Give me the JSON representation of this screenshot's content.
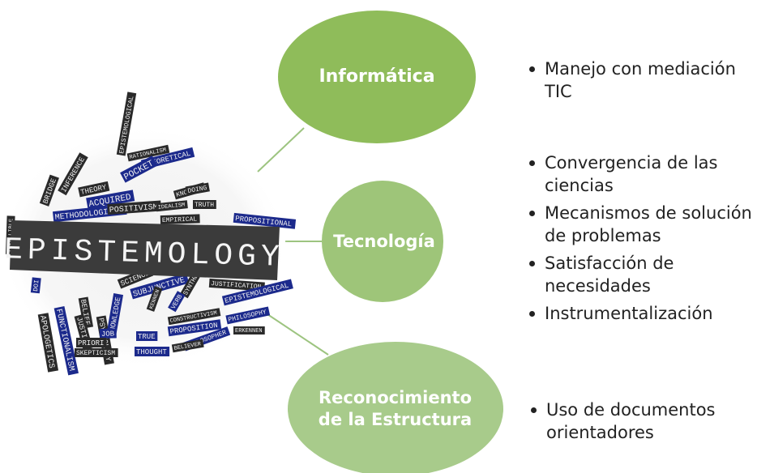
{
  "cloud": {
    "main_word": "EPISTEMOLOGY",
    "words": [
      "EPISTEMOLOGICAL",
      "RATIONALISM",
      "THEORETICAL",
      "THEORY",
      "ACQUIRED",
      "METHODOLOGICAL",
      "POSITIVISM",
      "EMPIRICAL",
      "PROPOSITIONAL",
      "KNOWING",
      "TRUTH",
      "POCKET",
      "INFERENCE",
      "BRIDGE",
      "SCIENCE",
      "SUBJUNCTIVE",
      "JUSTIFICATION",
      "EPISTEMOLOGICAL",
      "PHILOSOPHY",
      "BELIEF",
      "JUSTIFY",
      "FUNCTIONALISM",
      "APOLOGETICS",
      "PSYCHOLOGY",
      "KNOWLEDGE",
      "JOB",
      "TRUE",
      "PROPOSITION",
      "THOUGHT",
      "PRIORI",
      "SKEPTICISM",
      "PHILOSOPHER",
      "INFALLIBLE",
      "BELIEVER",
      "CONSTRUCTIVISM",
      "SYNTHETIC",
      "ERKENNEN",
      "DOING",
      "KENNEN",
      "IDEALISM",
      "VERB",
      "DOI"
    ]
  },
  "nodes": [
    {
      "label": "Informática",
      "color": "#8fbc5a"
    },
    {
      "label": "Tecnología",
      "color": "#9ec579"
    },
    {
      "label": "Reconocimiento de la Estructura",
      "color": "#a8cb8b"
    }
  ],
  "bullets": {
    "group1": [
      "Manejo con mediación TIC"
    ],
    "group2": [
      "Convergencia de las ciencias",
      "Mecanismos de solución de problemas",
      "Satisfacción de necesidades",
      "Instrumentalización"
    ],
    "group3": [
      "Uso de documentos orientadores"
    ]
  },
  "colors": {
    "connector": "#9dc480",
    "text": "#222222",
    "tag_dark": "#2a2a2a",
    "tag_blue": "#1c2a8c"
  }
}
